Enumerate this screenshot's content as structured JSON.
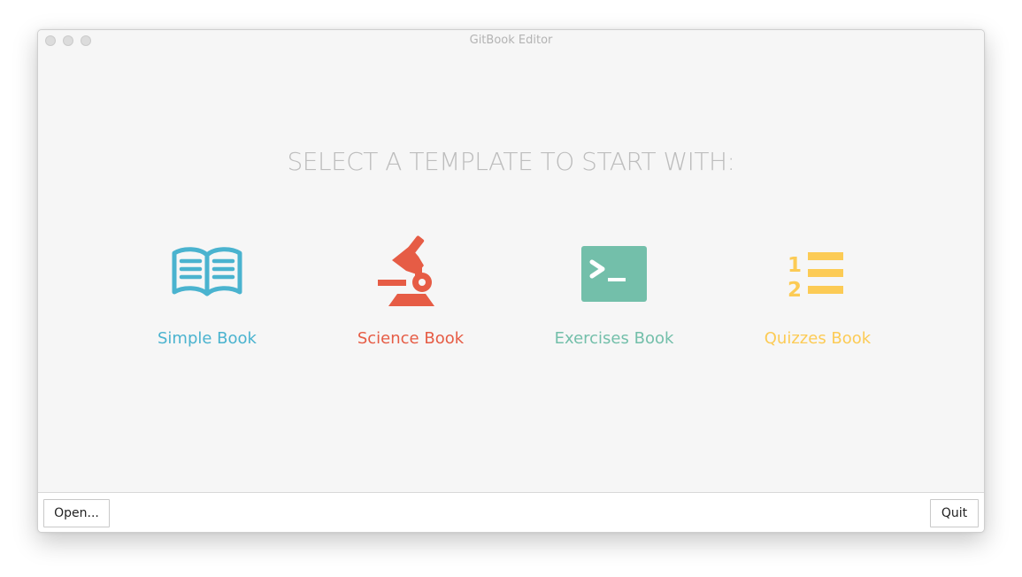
{
  "window": {
    "title": "GitBook Editor"
  },
  "main": {
    "heading": "SELECT A TEMPLATE TO START WITH:",
    "templates": [
      {
        "label": "Simple Book",
        "icon": "open-book-icon",
        "color": "#4ab3cf"
      },
      {
        "label": "Science Book",
        "icon": "microscope-icon",
        "color": "#e65c45"
      },
      {
        "label": "Exercises Book",
        "icon": "terminal-icon",
        "color": "#73bfaa"
      },
      {
        "label": "Quizzes Book",
        "icon": "numbered-list-icon",
        "color": "#fccb55"
      }
    ]
  },
  "footer": {
    "open_label": "Open...",
    "quit_label": "Quit"
  }
}
